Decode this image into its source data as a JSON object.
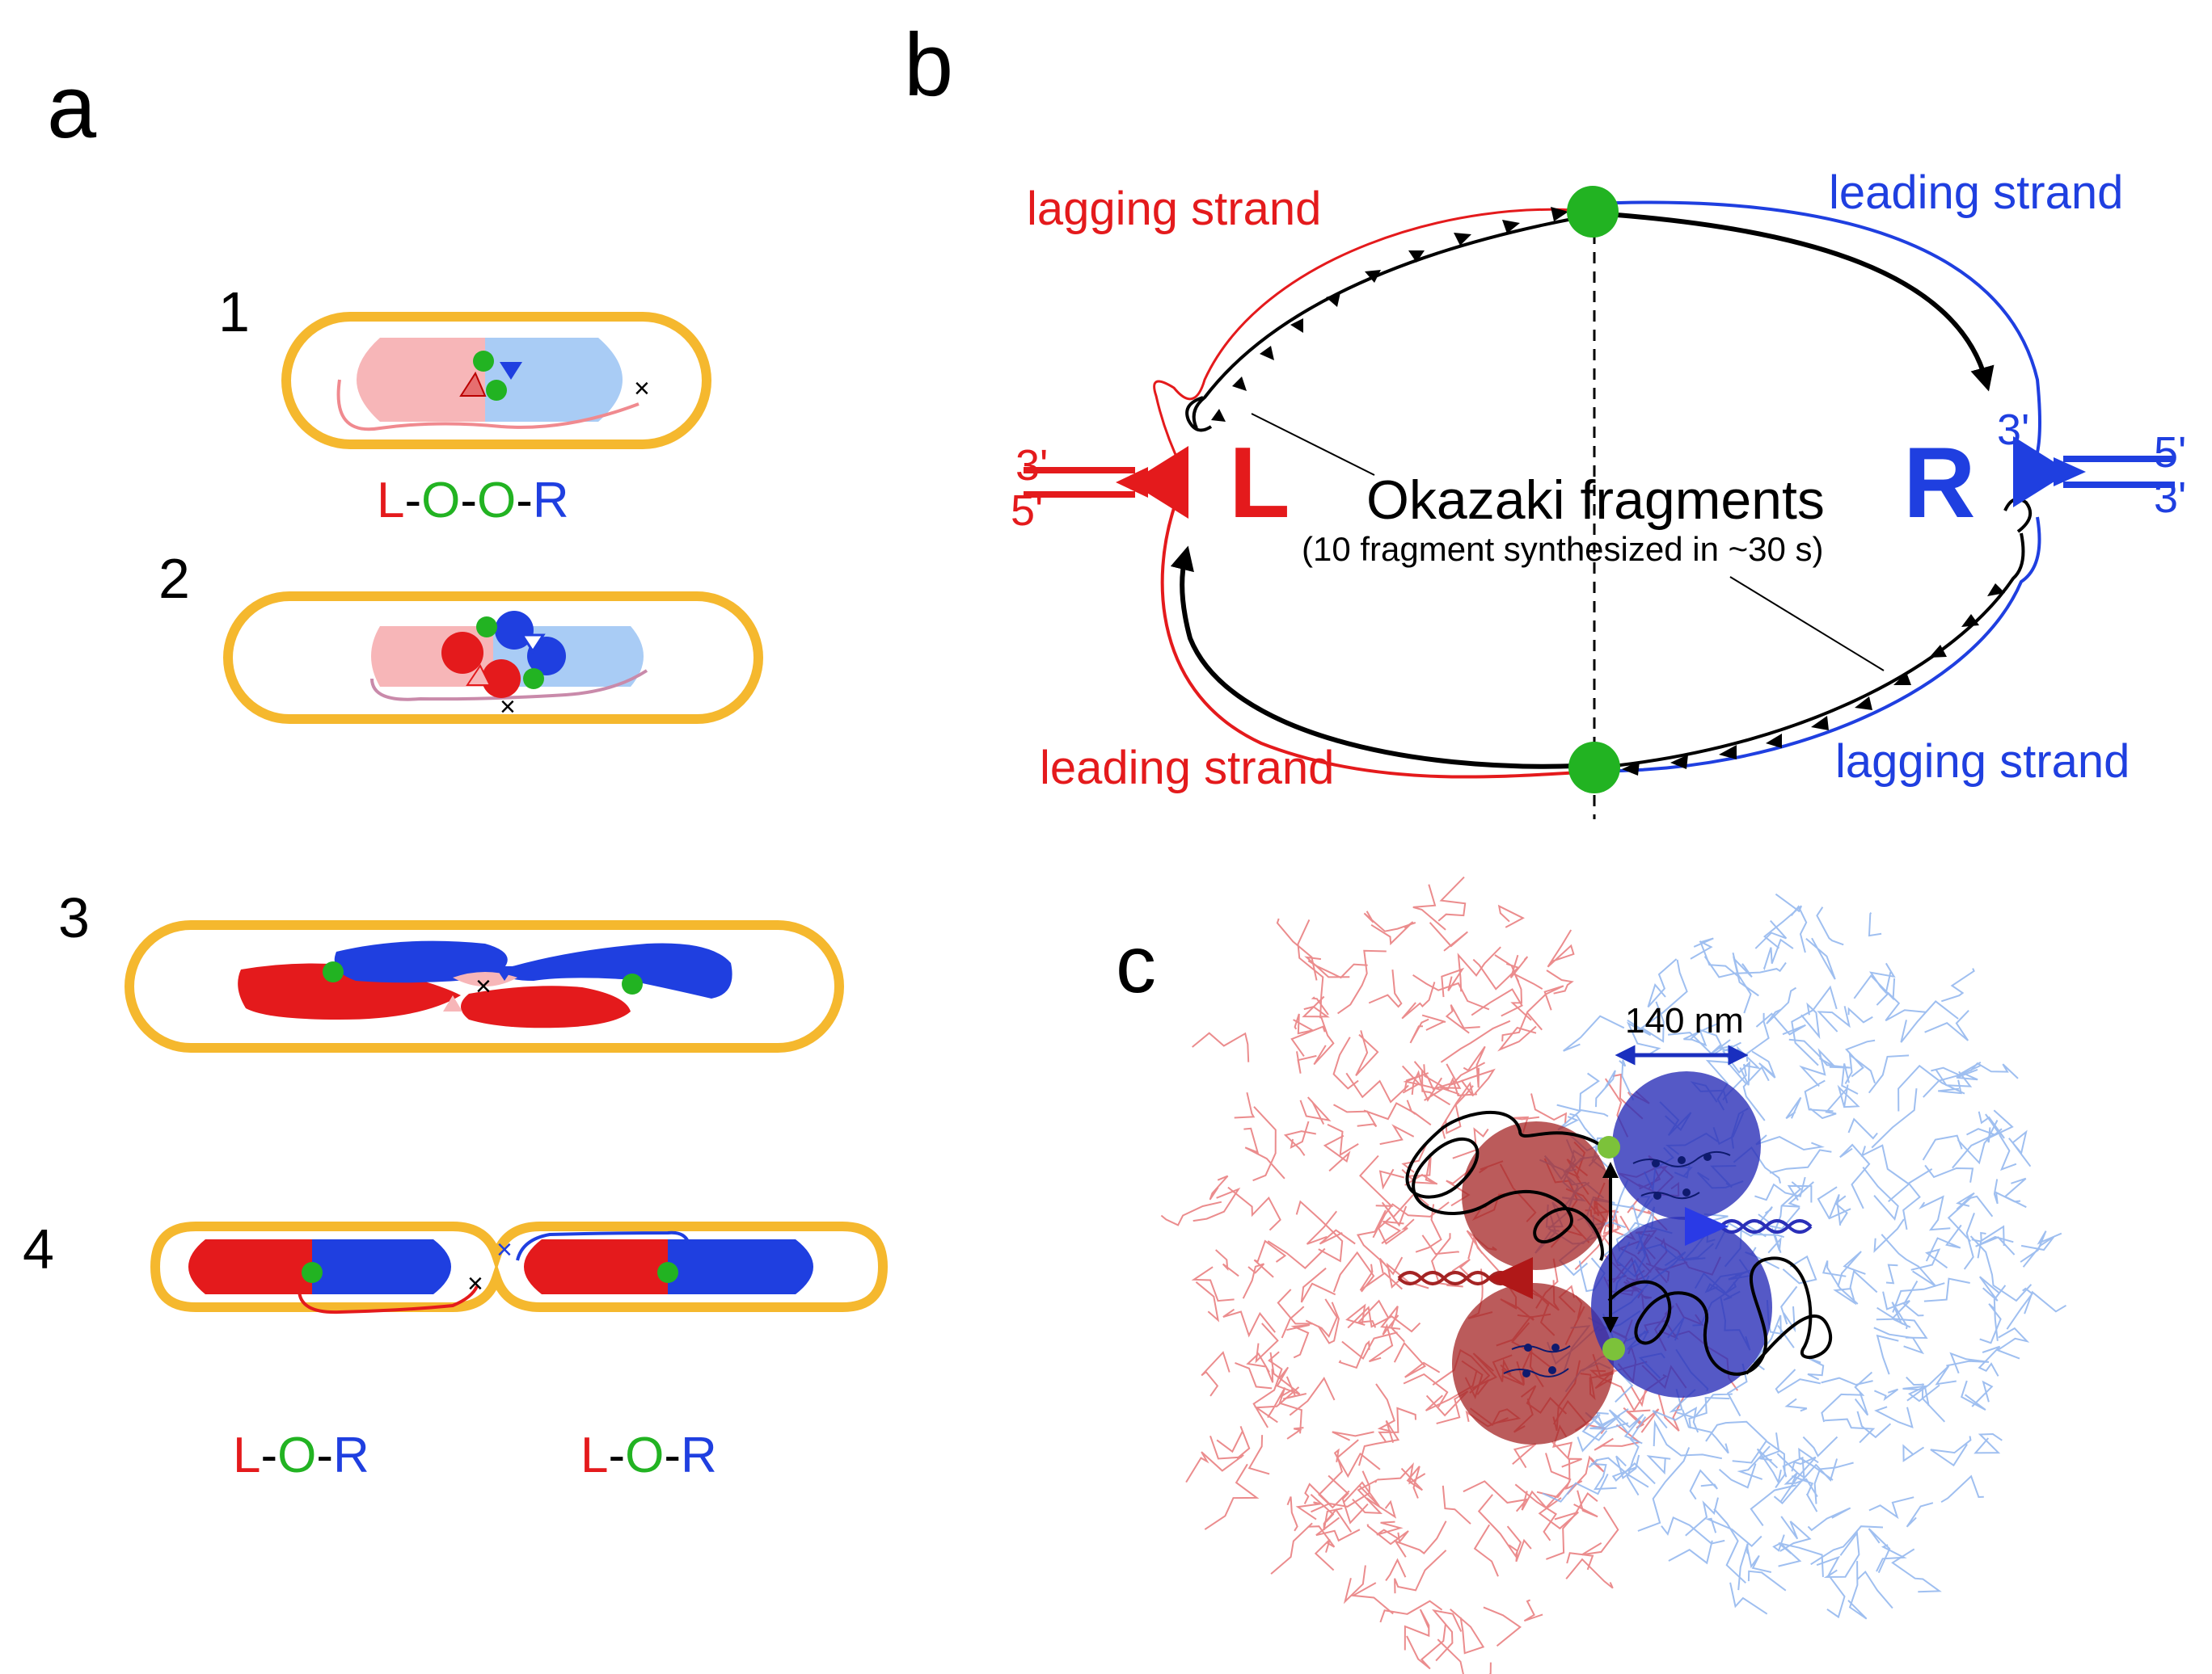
{
  "panels": {
    "a": "a",
    "b": "b",
    "c": "c"
  },
  "stages": {
    "s1": "1",
    "s2": "2",
    "s3": "3",
    "s4": "4"
  },
  "genotype1": {
    "L": "L",
    "d1": "-",
    "O1": "O",
    "d2": "-",
    "O2": "O",
    "d3": "-",
    "R": "R"
  },
  "genotype4": {
    "L": "L",
    "d1": "-",
    "O": "O",
    "d2": "-",
    "R": "R"
  },
  "replication": {
    "lagging_left": "lagging strand",
    "leading_left": "leading strand",
    "leading_right": "leading strand",
    "lagging_right": "lagging strand",
    "label_L": "L",
    "label_R": "R",
    "end_3_left": "3'",
    "end_5_left": "5'",
    "end_5_right": "5'",
    "end_3_right": "3'",
    "end_3_top_right": "3'",
    "okazaki_title": "Okazaki fragments",
    "okazaki_sub": "(10 fragment synthesized in ~30 s)"
  },
  "scale": {
    "label": "140 nm"
  },
  "colors": {
    "red": "#e41a1c",
    "blue": "#1f3fe0",
    "green": "#22b322",
    "orange": "#f5b82e",
    "pink": "#f7b6b8",
    "lightblue": "#a9ccf5",
    "lblue_strand": "#3366d6"
  }
}
